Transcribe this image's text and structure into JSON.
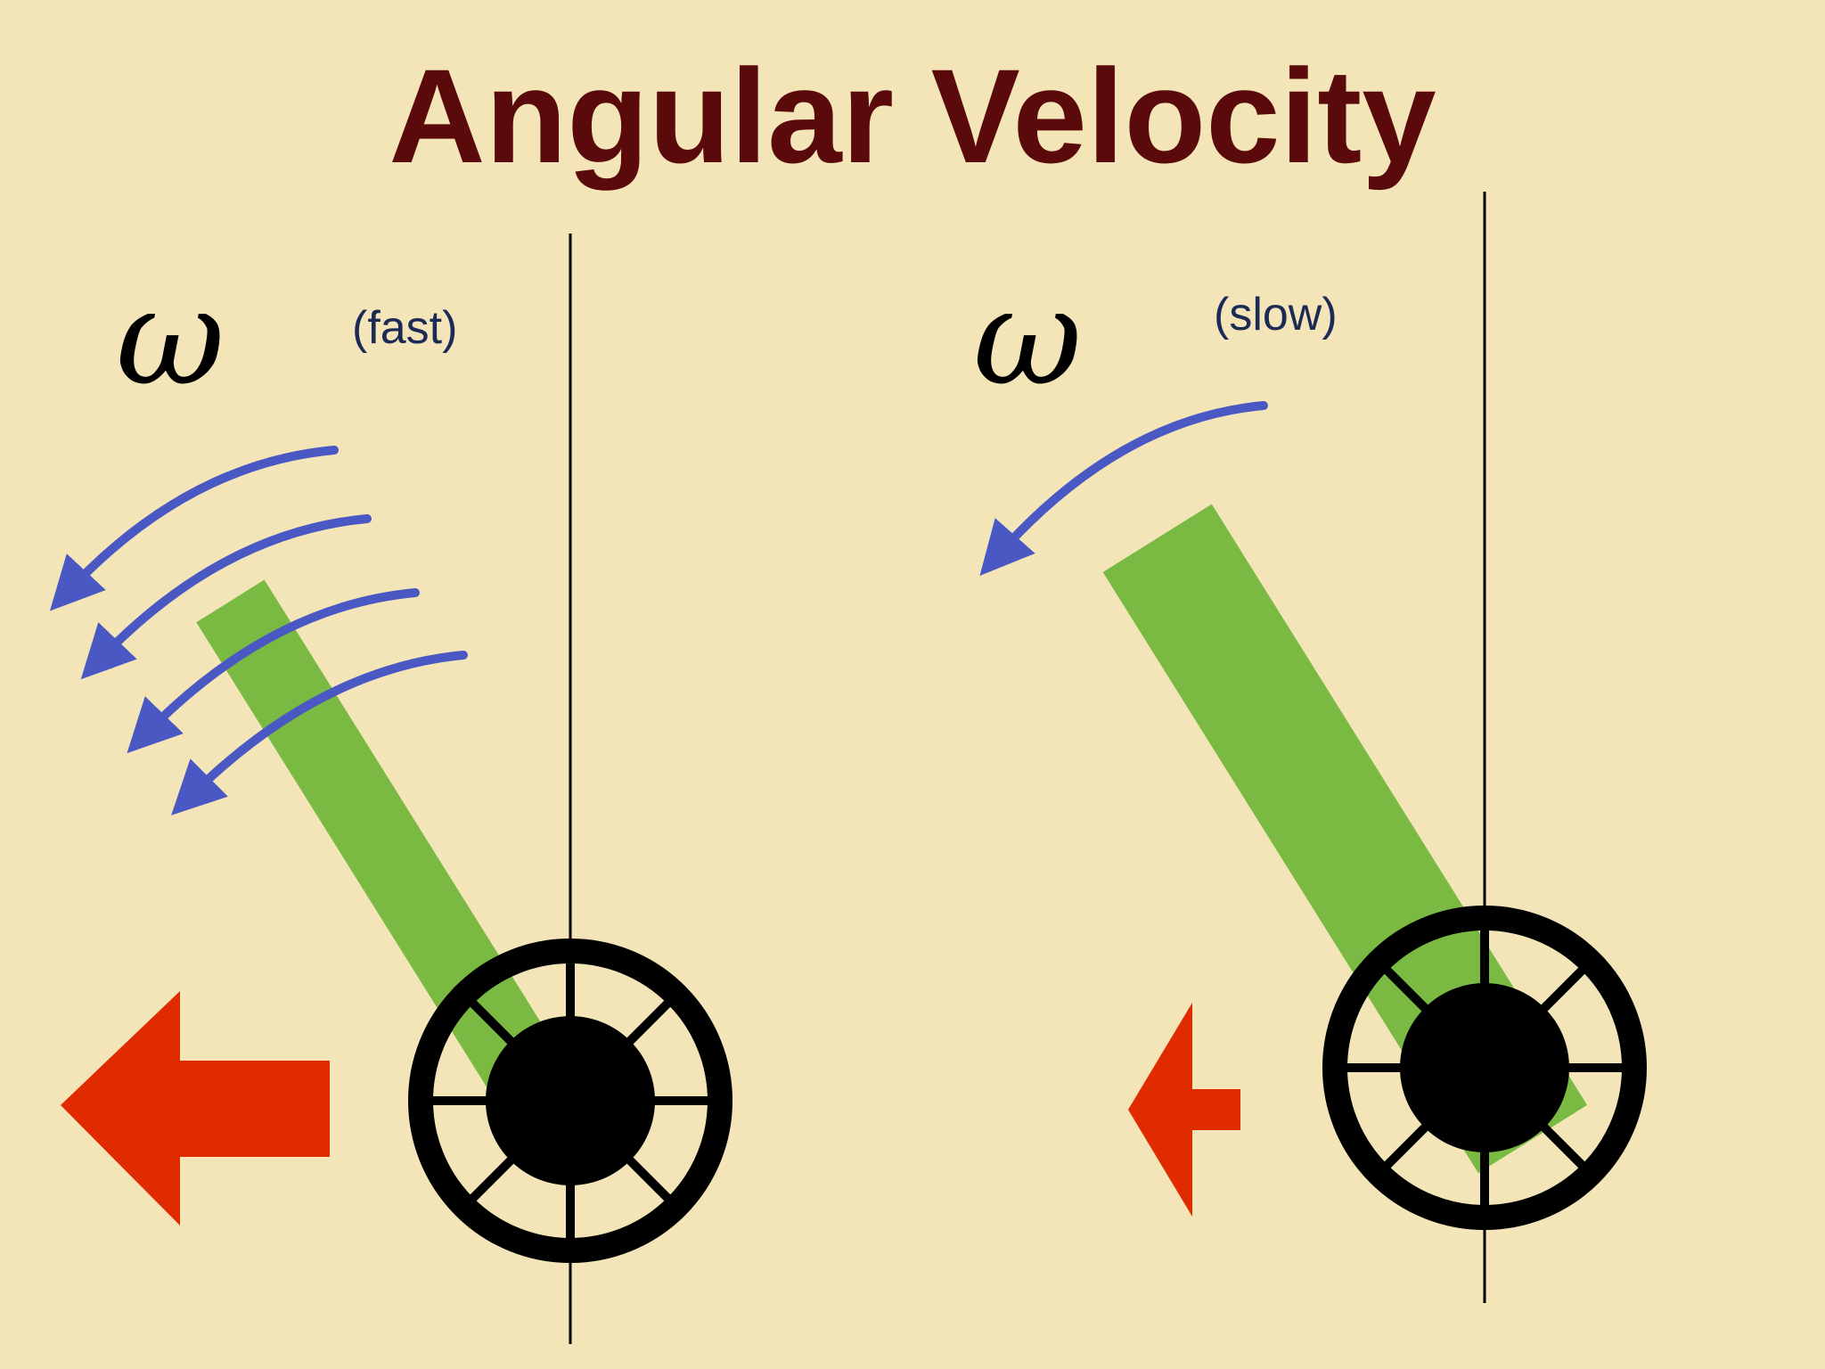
{
  "title": "Angular Velocity",
  "colors": {
    "background": "#f3e5b8",
    "title": "#5a0a0a",
    "pendulum": "#7aba43",
    "rotation_arrow": "#4a58c4",
    "motion_arrow": "#e02a00",
    "wheel": "#000000",
    "axis_line": "#000000",
    "speed_label": "#1c2a55"
  },
  "panels": [
    {
      "symbol": "ω",
      "speed_label": "(fast)",
      "rotation_arrow_count": 4,
      "motion_arrow": "large left arrow"
    },
    {
      "symbol": "ω",
      "speed_label": "(slow)",
      "rotation_arrow_count": 1,
      "motion_arrow": "small left arrow"
    }
  ]
}
